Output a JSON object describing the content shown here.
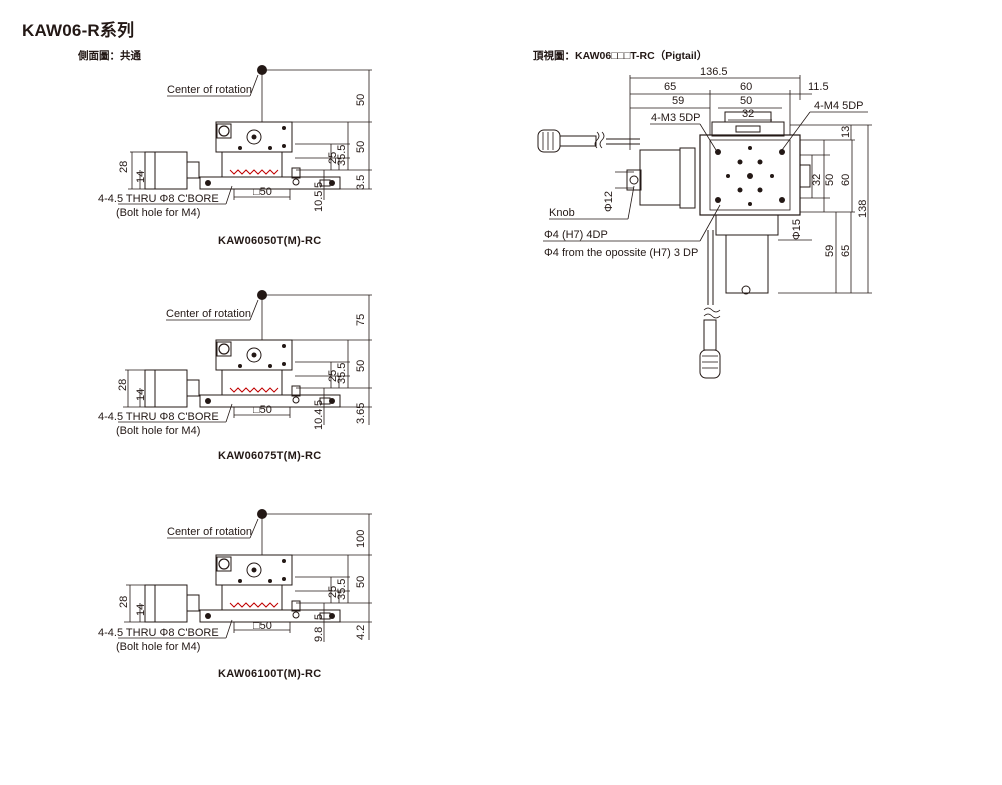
{
  "title": "KAW06-R系列",
  "side_view_label": "側面圖：共通",
  "top_view_label": "頂視圖：KAW06□□□T-RC（Pigtail）",
  "side_views": [
    {
      "caption": "KAW06050T(M)-RC",
      "rotation_label": "Center of rotation",
      "bolt_label": "4-4.5 THRU Φ8 C'BORE",
      "bolt_note": "(Bolt hole for M4)",
      "square_label": "□50",
      "dims": {
        "height_top": "50",
        "h50": "50",
        "h35_5": "35.5",
        "h25": "25",
        "h3_5": "3.5",
        "h10_5": "10.5",
        "h5": "5",
        "h28": "28",
        "h14": "14"
      }
    },
    {
      "caption": "KAW06075T(M)-RC",
      "rotation_label": "Center of rotation",
      "bolt_label": "4-4.5 THRU Φ8 C'BORE",
      "bolt_note": "(Bolt hole for M4)",
      "square_label": "□50",
      "dims": {
        "height_top": "75",
        "h50": "50",
        "h35_5": "35.5",
        "h25": "25",
        "h3_5": "3.65",
        "h10_5": "10.4",
        "h5": "5",
        "h28": "28",
        "h14": "14"
      }
    },
    {
      "caption": "KAW06100T(M)-RC",
      "rotation_label": "Center of rotation",
      "bolt_label": "4-4.5 THRU Φ8 C'BORE",
      "bolt_note": "(Bolt hole for M4)",
      "square_label": "□50",
      "dims": {
        "height_top": "100",
        "h50": "50",
        "h35_5": "35.5",
        "h25": "25",
        "h3_5": "4.2",
        "h10_5": "9.8",
        "h5": "5",
        "h28": "28",
        "h14": "14"
      }
    }
  ],
  "top_view": {
    "dims": {
      "w136_5": "136.5",
      "w65": "65",
      "w60": "60",
      "w11_5": "11.5",
      "w59": "59",
      "w50": "50",
      "w32": "32",
      "h13": "13",
      "h32": "32",
      "h50": "50",
      "h60": "60",
      "h138": "138",
      "phi15": "Φ15",
      "h59": "59",
      "h65": "65",
      "phi12": "Φ12"
    },
    "labels": {
      "m3": "4-M3 5DP",
      "m4": "4-M4 5DP",
      "knob": "Knob",
      "phi4": "Φ4 (H7) 4DP",
      "phi4_opp": "Φ4 from the opossite (H7) 3 DP"
    }
  }
}
